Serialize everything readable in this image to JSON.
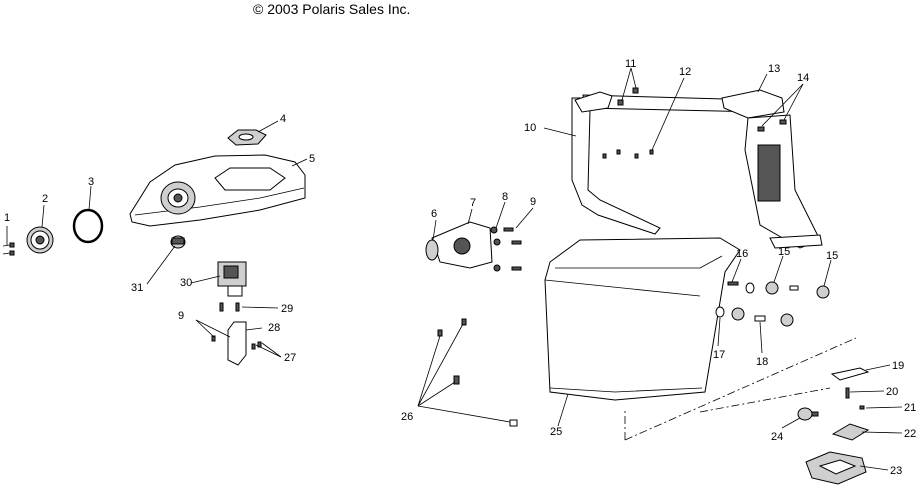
{
  "copyright": "© 2003 Polaris Sales Inc.",
  "callouts": {
    "c1": "1",
    "c2": "2",
    "c3": "3",
    "c4": "4",
    "c5": "5",
    "c6": "6",
    "c7": "7",
    "c8": "8",
    "c9a": "9",
    "c9b": "9",
    "c10": "10",
    "c11": "11",
    "c12": "12",
    "c13": "13",
    "c14": "14",
    "c15a": "15",
    "c15b": "15",
    "c16": "16",
    "c17": "17",
    "c18": "18",
    "c19": "19",
    "c20": "20",
    "c21": "21",
    "c22": "22",
    "c23": "23",
    "c24": "24",
    "c25": "25",
    "c26": "26",
    "c27": "27",
    "c28": "28",
    "c29": "29",
    "c30": "30",
    "c31": "31"
  }
}
